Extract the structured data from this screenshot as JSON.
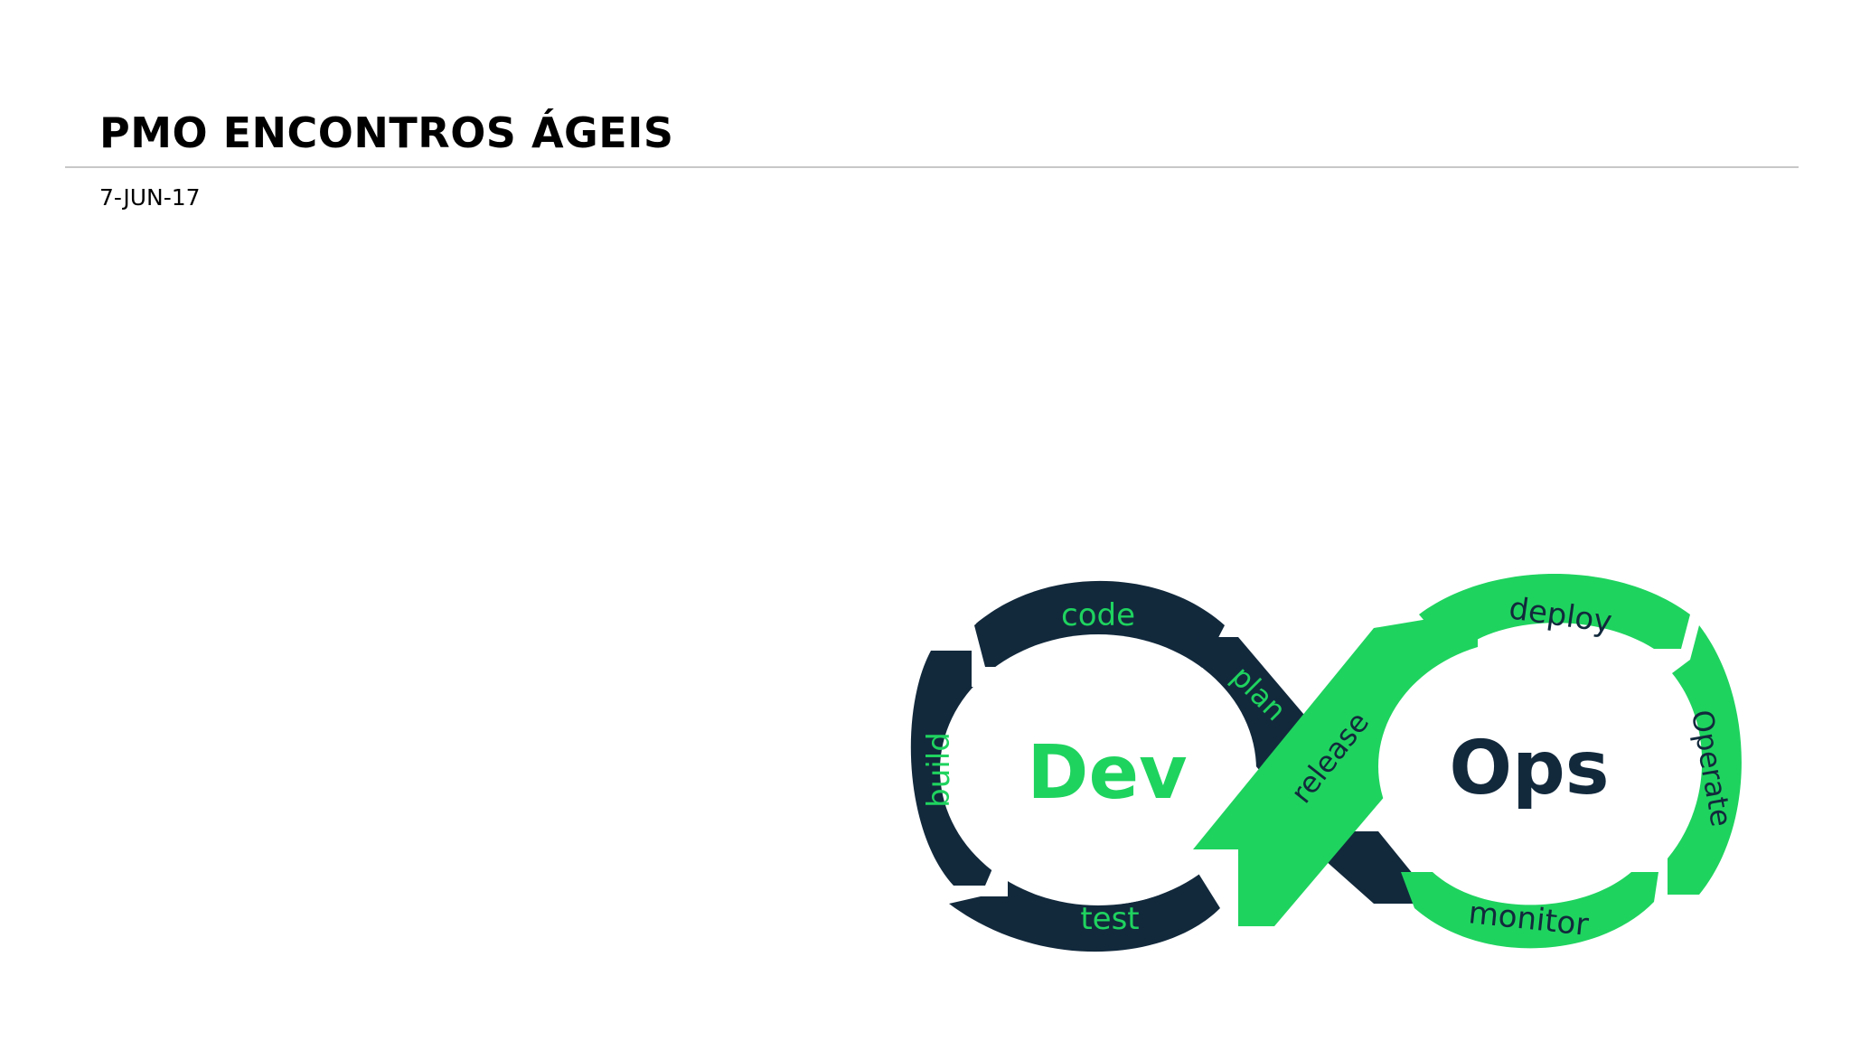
{
  "slide": {
    "title": "PMO ENCONTROS ÁGEIS",
    "date": "7-JUN-17"
  },
  "logo": {
    "dev_word": "Dev",
    "ops_word": "Ops",
    "stages": {
      "code": "code",
      "build": "build",
      "test": "test",
      "plan": "plan",
      "release": "release",
      "deploy": "deploy",
      "operate": "Operate",
      "monitor": "monitor"
    },
    "colors": {
      "dark": "#12293c",
      "green": "#1fd35f"
    }
  }
}
